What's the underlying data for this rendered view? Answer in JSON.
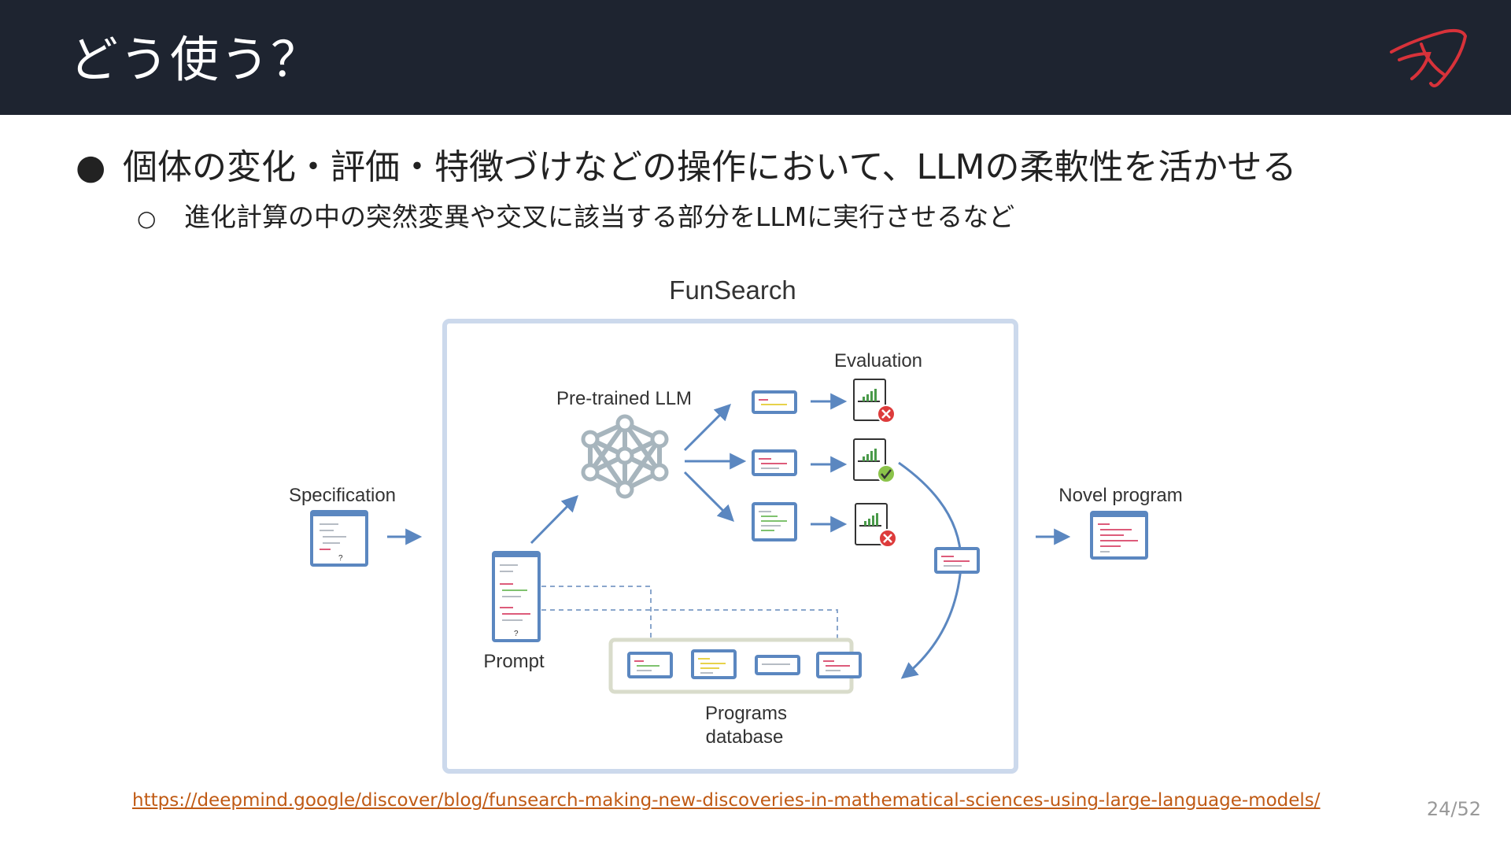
{
  "slide": {
    "title": "どう使う？",
    "bullet1": "個体の変化・評価・特徴づけなどの操作において、LLMの柔軟性を活かせる",
    "bullet1_marker": "●",
    "bullet2": "進化計算の中の突然変異や交叉に該当する部分をLLMに実行させるなど",
    "bullet2_marker": "○",
    "source_link": "https://deepmind.google/discover/blog/funsearch-making-new-discoveries-in-mathematical-sciences-using-large-language-models/",
    "page_number": "24/52"
  },
  "diagram": {
    "title": "FunSearch",
    "labels": {
      "specification": "Specification",
      "prompt": "Prompt",
      "llm": "Pre-trained LLM",
      "evaluation": "Evaluation",
      "novel_program": "Novel program",
      "database_line1": "Programs",
      "database_line2": "database"
    },
    "colors": {
      "box_border": "#ccd9ec",
      "arrow": "#5b87c0",
      "program_frame": "#5b87c0",
      "network": "#a7b5bd",
      "fail": "#dd3b3b",
      "pass": "#8bc34a",
      "db_border": "#d9dccb"
    }
  }
}
